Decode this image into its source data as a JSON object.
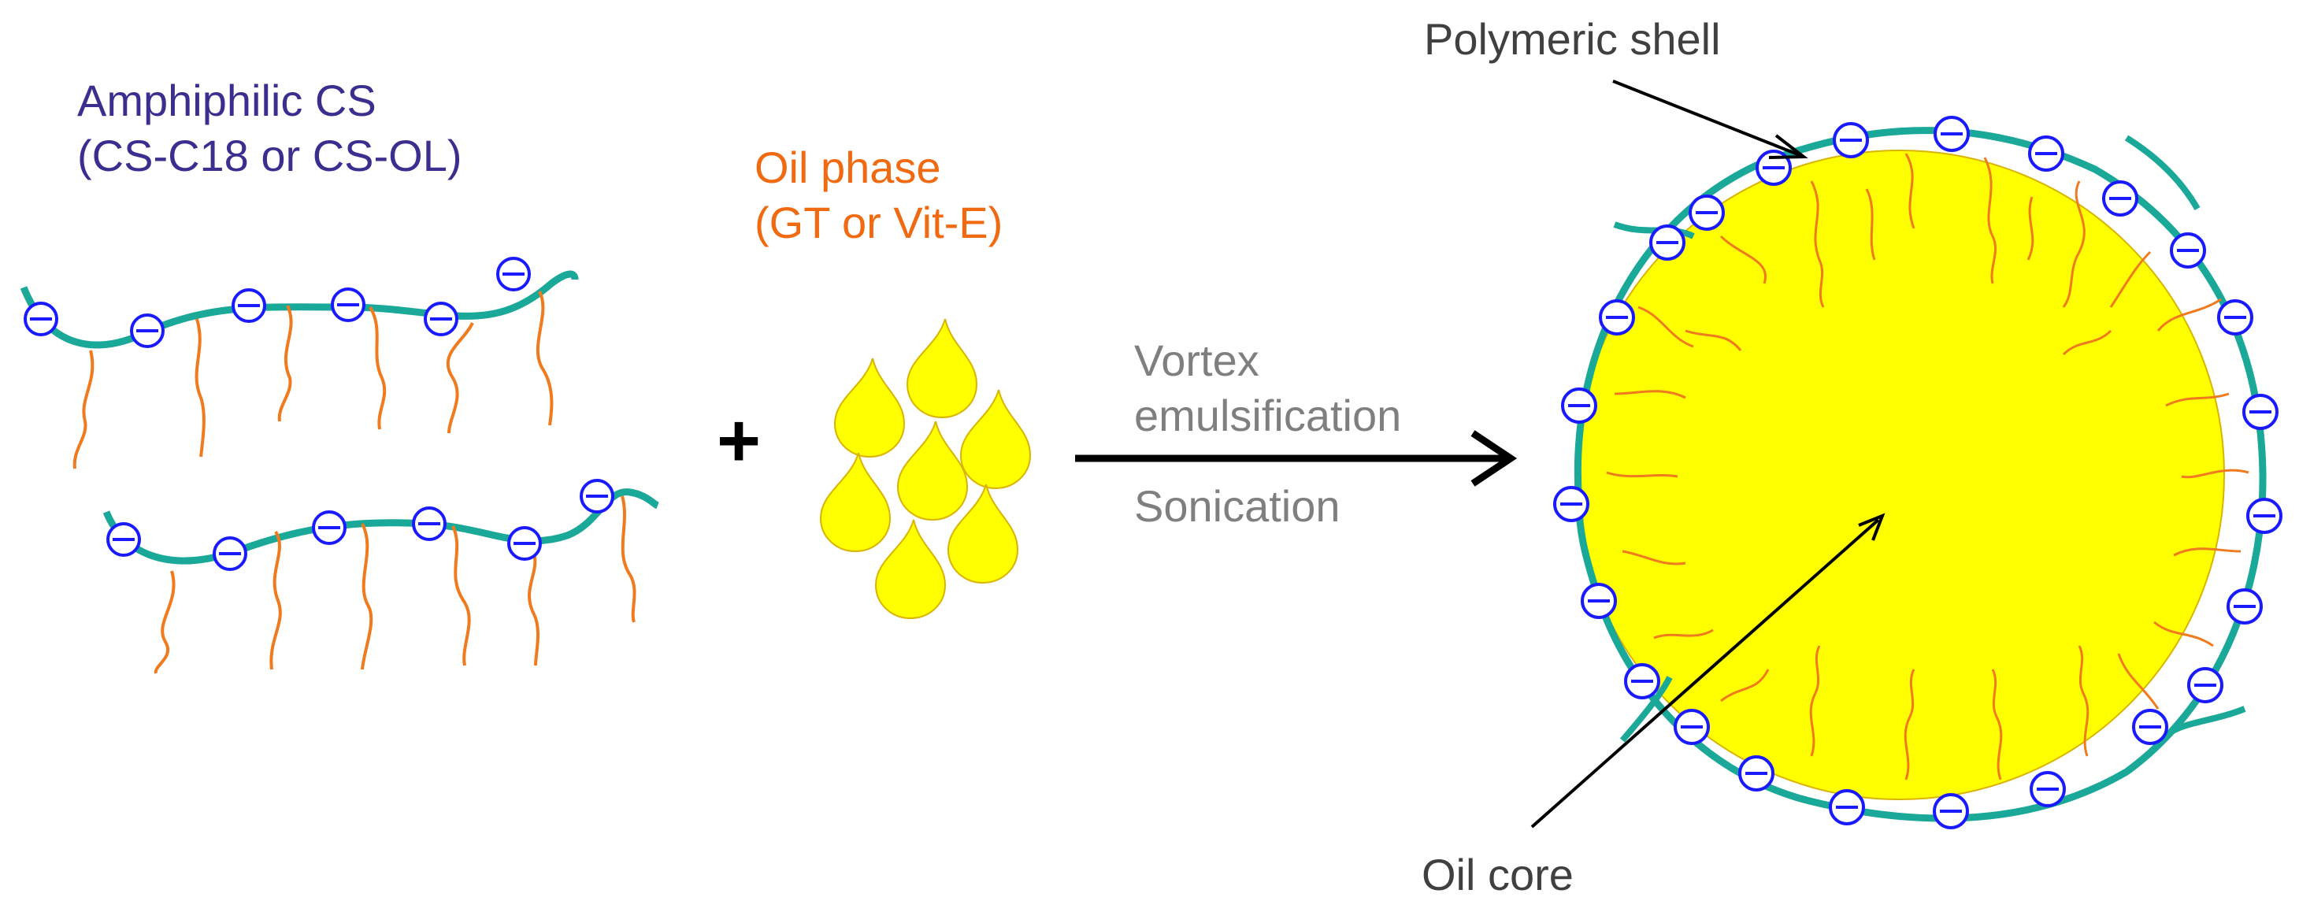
{
  "amphiphilic": {
    "line1": "Amphiphilic CS",
    "line2": "(CS-C18 or CS-OL)"
  },
  "oil_phase": {
    "line1": "Oil phase",
    "line2": "(GT or Vit-E)"
  },
  "plus_sign": "+",
  "process": {
    "vortex_line1": "Vortex",
    "vortex_line2": "emulsification",
    "sonication": "Sonication"
  },
  "polymeric_shell_label": "Polymeric shell",
  "oil_core_label": "Oil core",
  "colors": {
    "backbone": "#1aa898",
    "tail": "#f07a1e",
    "charge_ring": "#1a1aff",
    "oil": "#ffff00",
    "oil_edge": "#d9b400",
    "purple_text": "#3a2f8f",
    "orange_text": "#f06a12",
    "gray_text": "#7f7f7f"
  },
  "icons": [
    "negative-charge-icon",
    "oil-droplet-icon",
    "arrow-icon"
  ]
}
